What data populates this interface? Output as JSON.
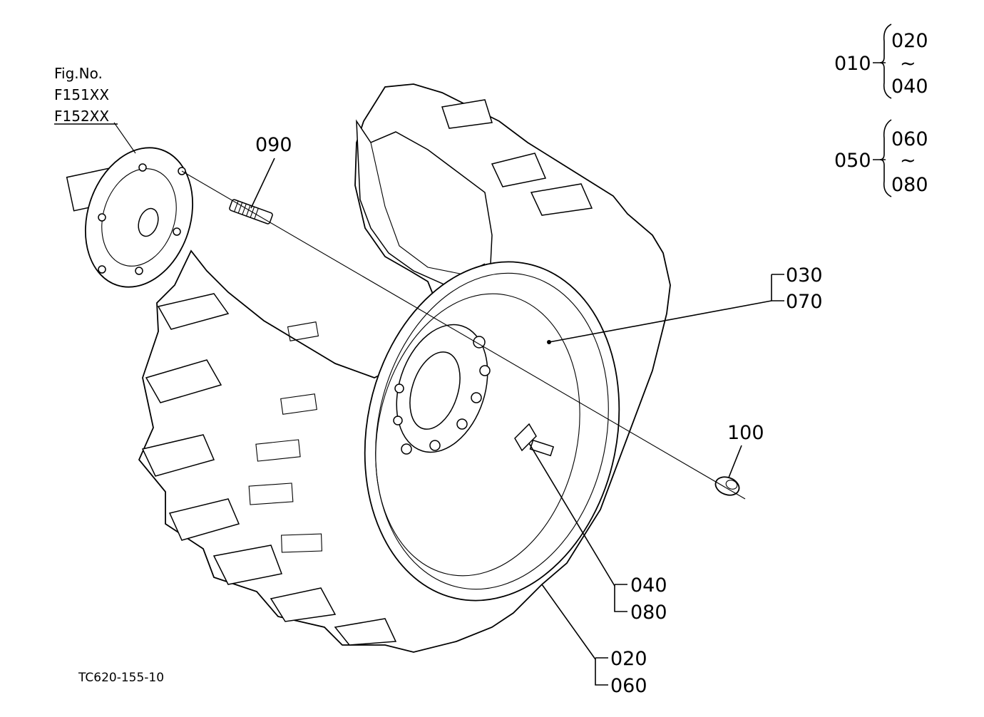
{
  "figure": {
    "fig_no_label": "Fig.No.",
    "fig_codes": [
      "F151XX",
      "F152XX"
    ],
    "drawing_code": "TC620-155-10"
  },
  "groups": [
    {
      "parent": "010",
      "from": "020",
      "tilde": "~",
      "to": "040"
    },
    {
      "parent": "050",
      "from": "060",
      "tilde": "~",
      "to": "080"
    }
  ],
  "callouts": {
    "stud": "090",
    "nut": "100",
    "rim": [
      "030",
      "070"
    ],
    "valve": [
      "040",
      "080"
    ],
    "tire": [
      "020",
      "060"
    ]
  }
}
